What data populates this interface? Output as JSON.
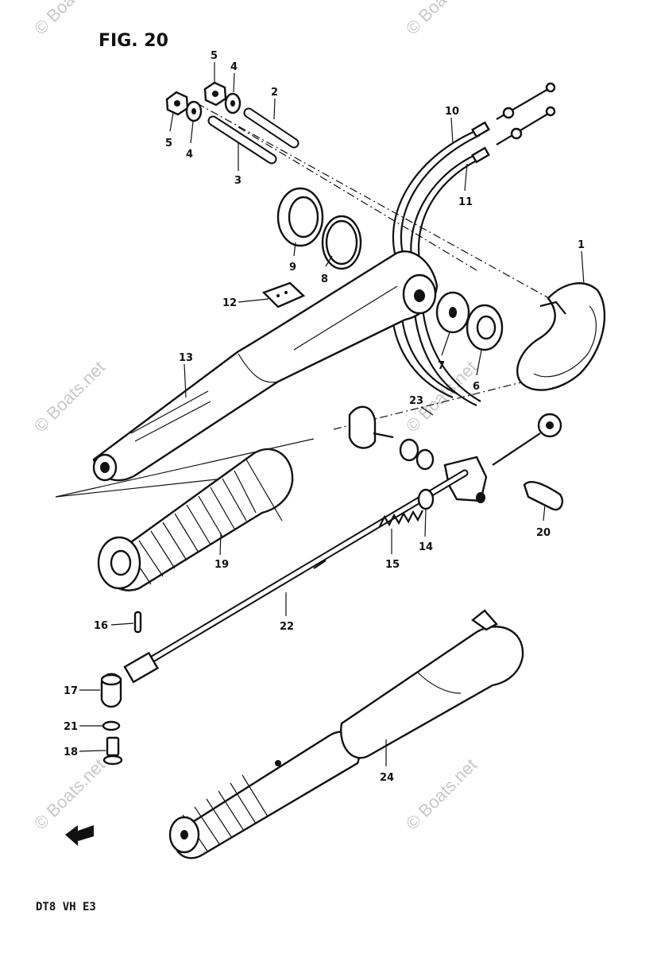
{
  "figure_title": "FIG. 20",
  "model_code": "DT8  VH  E3",
  "watermark": "© Boats.net",
  "callouts": [
    {
      "id": "1",
      "label": "1"
    },
    {
      "id": "2",
      "label": "2"
    },
    {
      "id": "3",
      "label": "3"
    },
    {
      "id": "4a",
      "label": "4"
    },
    {
      "id": "4b",
      "label": "4"
    },
    {
      "id": "5a",
      "label": "5"
    },
    {
      "id": "5b",
      "label": "5"
    },
    {
      "id": "6",
      "label": "6"
    },
    {
      "id": "7",
      "label": "7"
    },
    {
      "id": "8",
      "label": "8"
    },
    {
      "id": "9",
      "label": "9"
    },
    {
      "id": "10",
      "label": "10"
    },
    {
      "id": "11",
      "label": "11"
    },
    {
      "id": "12",
      "label": "12"
    },
    {
      "id": "13",
      "label": "13"
    },
    {
      "id": "14",
      "label": "14"
    },
    {
      "id": "15",
      "label": "15"
    },
    {
      "id": "16",
      "label": "16"
    },
    {
      "id": "17",
      "label": "17"
    },
    {
      "id": "18",
      "label": "18"
    },
    {
      "id": "19",
      "label": "19"
    },
    {
      "id": "20",
      "label": "20"
    },
    {
      "id": "21",
      "label": "21"
    },
    {
      "id": "22",
      "label": "22"
    },
    {
      "id": "23",
      "label": "23"
    },
    {
      "id": "24",
      "label": "24"
    }
  ],
  "colors": {
    "ink": "#111111",
    "paper": "#ffffff",
    "watermark": "#c8c8c8"
  }
}
